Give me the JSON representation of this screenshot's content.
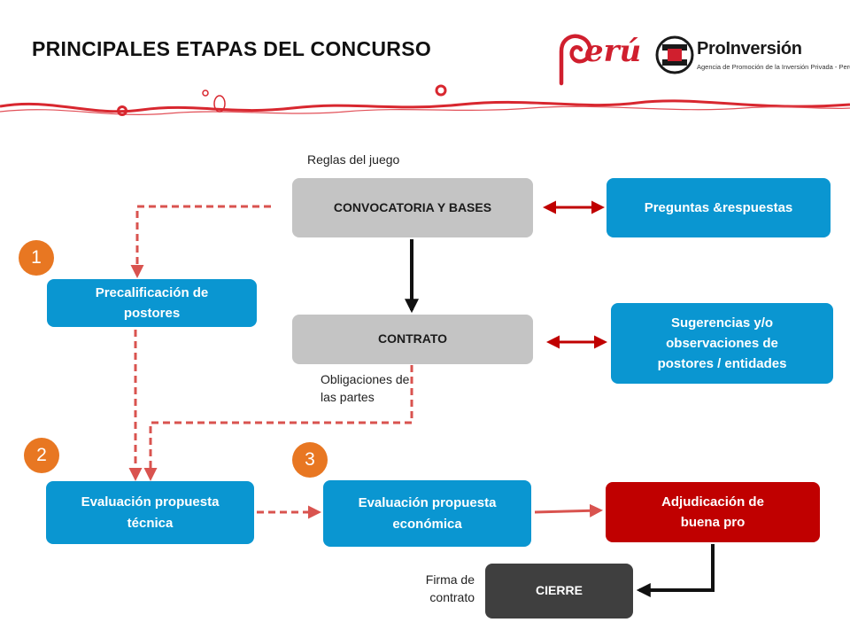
{
  "header": {
    "title": "PRINCIPALES ETAPAS DEL CONCURSO",
    "logo_peru_text": "erú",
    "logo_proinversion_name": "ProInversión",
    "logo_proinversion_tagline": "Agencia de Promoción de la Inversión Privada - Perú"
  },
  "notes": {
    "reglas": "Reglas del juego",
    "obligaciones_1": "Obligaciones de",
    "obligaciones_2": "las partes",
    "firma_1": "Firma de",
    "firma_2": "contrato"
  },
  "boxes": {
    "convocatoria": "CONVOCATORIA Y BASES",
    "contrato": "CONTRATO",
    "preguntas": "Preguntas &respuestas",
    "sugerencias_1": "Sugerencias y/o",
    "sugerencias_2": "observaciones de",
    "sugerencias_3": "postores / entidades",
    "precalificacion_1": "Precalificación de",
    "precalificacion_2": "postores",
    "eval_tecnica_1": "Evaluación propuesta",
    "eval_tecnica_2": "técnica",
    "eval_economica_1": "Evaluación propuesta",
    "eval_economica_2": "económica",
    "adjudicacion_1": "Adjudicación de",
    "adjudicacion_2": "buena pro",
    "cierre": "CIERRE"
  },
  "badges": {
    "one": "1",
    "two": "2",
    "three": "3"
  },
  "colors": {
    "gray_box": "#c4c4c4",
    "blue_box": "#0a96d1",
    "red_box": "#c00000",
    "dark_box": "#3f3f3f",
    "badge": "#e87722",
    "dashed_arrow": "#d9534f",
    "brand_red": "#d01f2e"
  }
}
